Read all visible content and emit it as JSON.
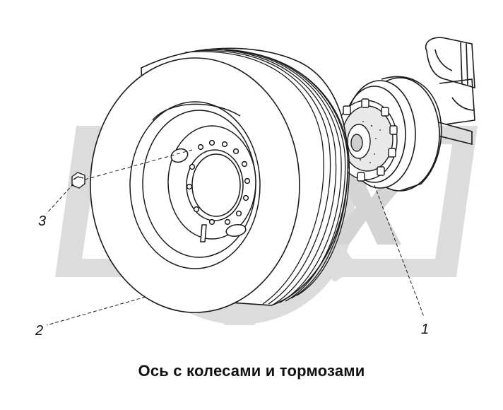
{
  "callouts": {
    "c1": "1",
    "c2": "2",
    "c3": "3"
  },
  "caption": "Ось с колесами и тормозами",
  "watermark": {
    "text": "OPEX",
    "color": "#d9d9d9"
  },
  "colors": {
    "line": "#1a1a1a",
    "background": "#ffffff",
    "watermark": "#dcdcdc"
  }
}
